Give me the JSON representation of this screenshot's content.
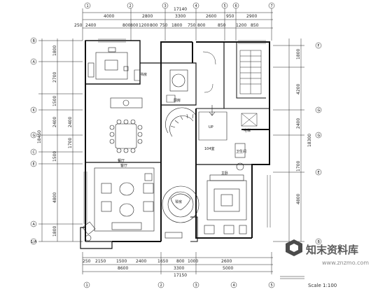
{
  "dims": {
    "top_total": "17140",
    "top_row1": [
      "4000",
      "2800",
      "3300",
      "2600",
      "950",
      "2900"
    ],
    "top_row2": [
      "250",
      "2400",
      "800",
      "800",
      "1200",
      "800",
      "750",
      "1800",
      "750",
      "800",
      "850",
      "1200",
      "850"
    ],
    "bottom_row1": [
      "250",
      "2150",
      "1500",
      "2400",
      "1650",
      "800",
      "1000",
      "2600"
    ],
    "bottom_row2": [
      "8600",
      "3300",
      "5000"
    ],
    "bottom_total": "17150",
    "left_total": "18450",
    "left_segments": [
      "1800",
      "2700",
      "1500",
      "2400",
      "1700",
      "1500",
      "4800",
      "1800"
    ],
    "left_inner": [
      "2400",
      "1700"
    ],
    "right_total": "18300",
    "right_segments": [
      "1800",
      "4200",
      "2400",
      "1700",
      "4800"
    ]
  },
  "axes": {
    "top": [
      "1",
      "2",
      "3",
      "4",
      "5",
      "6",
      "7"
    ],
    "bottom": [
      "1",
      "2",
      "3",
      "4",
      "5"
    ],
    "left": [
      "B",
      "A",
      "K",
      "G",
      "C",
      "E",
      "A",
      "1/A"
    ],
    "right": [
      "F",
      "G",
      "G",
      "E",
      "B"
    ]
  },
  "rooms": {
    "living_label": "客厅",
    "dining_label": "餐厅",
    "study_label": "书房",
    "kitchen_label": "厨房",
    "elevator_label": "电梯",
    "up_label": "UP",
    "hall_label": "104室",
    "bath_label": "卫生间",
    "master_label": "主卧",
    "piano_label": "琴房"
  },
  "scale": "Scale 1:100",
  "watermark": {
    "brand": "知末资料库",
    "url": "www.znzmo.com"
  }
}
